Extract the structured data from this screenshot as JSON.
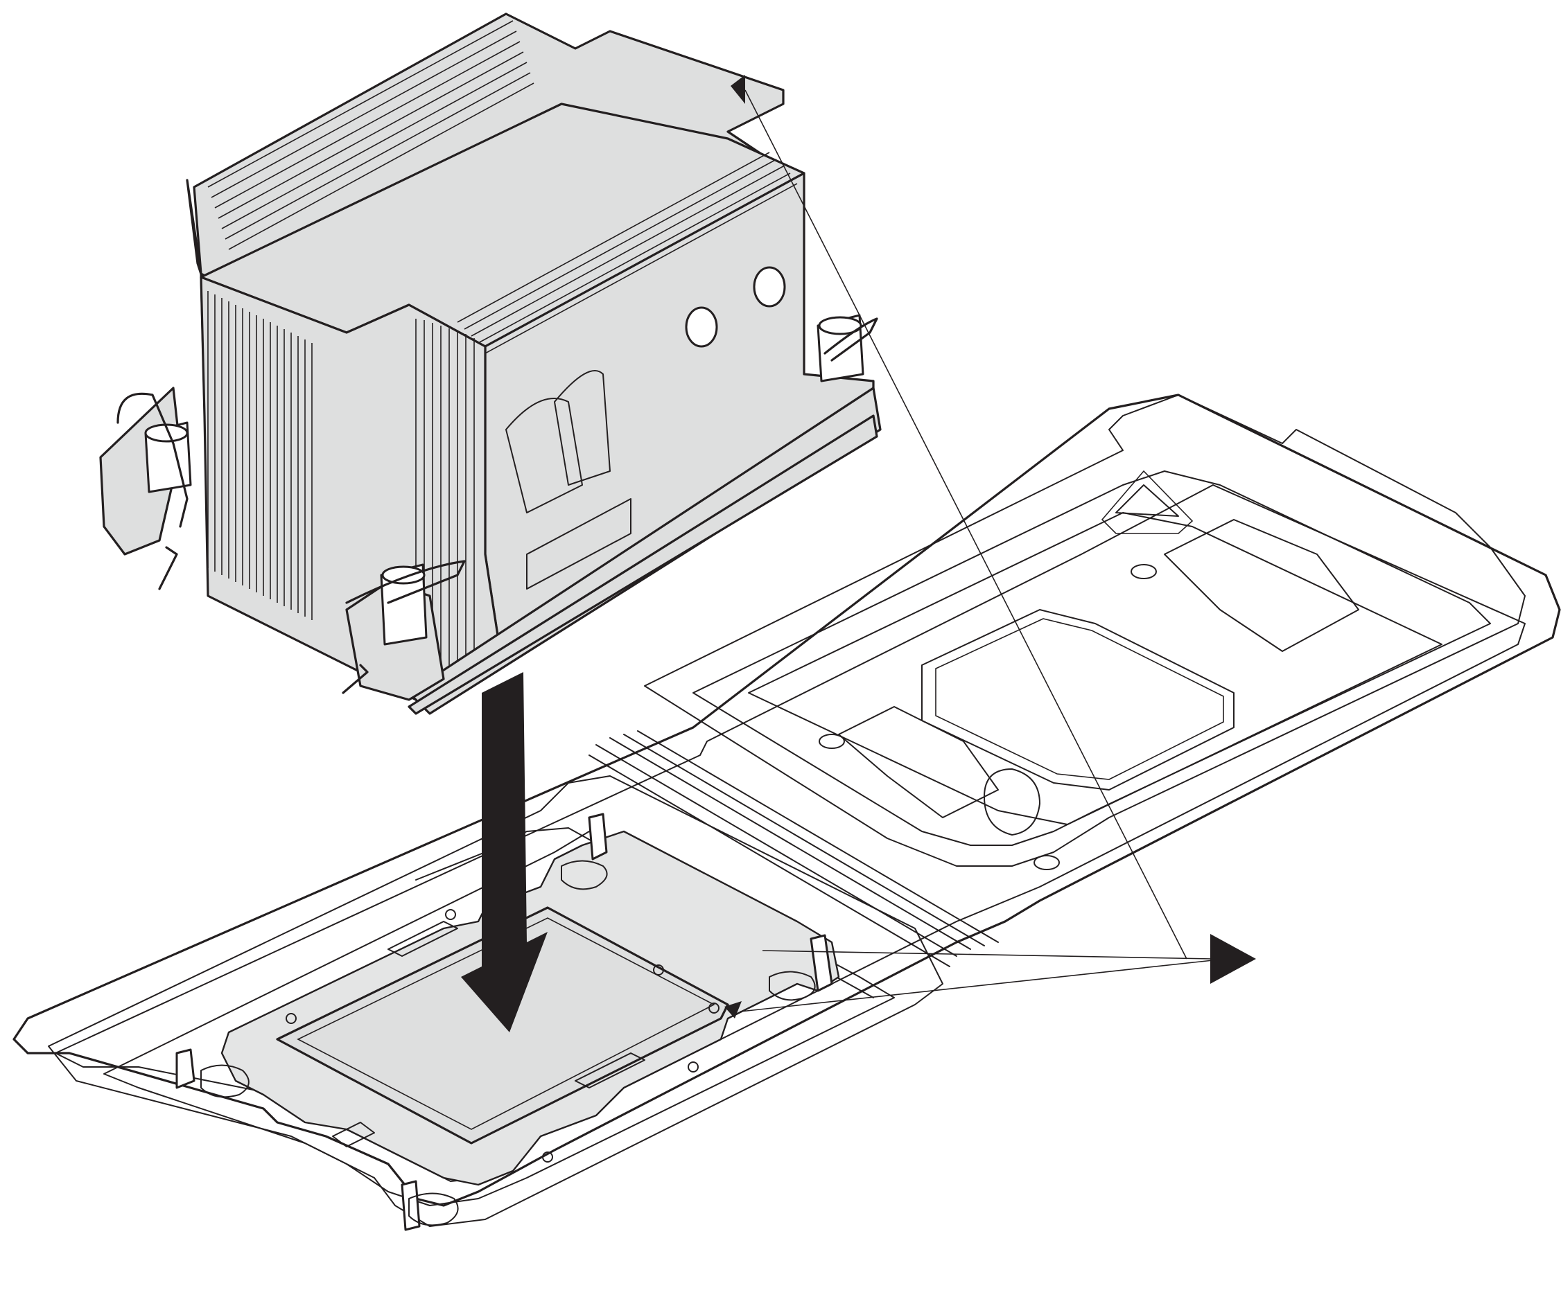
{
  "figure": {
    "description_visible_text": "",
    "colors": {
      "line": "#231f20",
      "part_fill": "#dedfdf",
      "background": "#ffffff",
      "arrow": "#231f20"
    },
    "parts": [
      {
        "name": "heat-sink",
        "icon": "heat-sink-icon"
      },
      {
        "name": "processor-carrier",
        "icon": "processor-carrier-icon"
      },
      {
        "name": "shipping-tray",
        "icon": "shipping-tray-icon"
      },
      {
        "name": "install-arrow",
        "icon": "arrow-down-icon"
      },
      {
        "name": "alignment-marker",
        "icon": "triangle-marker-icon"
      }
    ]
  }
}
